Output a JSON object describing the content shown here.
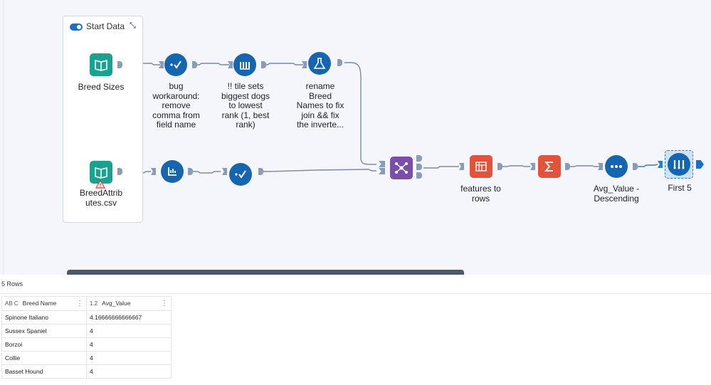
{
  "container": {
    "title": "Start Data"
  },
  "tools": [
    {
      "id": "breed-sizes-input",
      "label": "Breed Sizes",
      "icon": "book-icon",
      "color": "#1aa291"
    },
    {
      "id": "breed-attributes-input",
      "label": "BreedAttrib\nutes.csv",
      "icon": "book-icon",
      "color": "#1aa291",
      "warning": "warning-icon"
    },
    {
      "id": "select-bug-workaround",
      "label": "bug\nworkaround:\nremove\ncomma from\nfield name",
      "icon": "select-check-icon",
      "color": "#1565b0"
    },
    {
      "id": "tile-tool",
      "label": "!! tile sets\nbiggest dogs\nto lowest\nrank (1, best\nrank)",
      "icon": "tile-icon",
      "color": "#1565b0"
    },
    {
      "id": "formula-rename",
      "label": "rename\nBreed\nNames to fix\njoin && fix\nthe inverte...",
      "icon": "flask-icon",
      "color": "#1565b0"
    },
    {
      "id": "data-cleansing",
      "label": "",
      "icon": "cleanse-icon",
      "color": "#1565b0"
    },
    {
      "id": "select-2",
      "label": "",
      "icon": "select-check-icon",
      "color": "#1565b0"
    },
    {
      "id": "join-tool",
      "label": "",
      "icon": "join-icon",
      "color": "#7b4ea8",
      "anchors_in": [
        "L",
        "R"
      ],
      "anchors_out": [
        "L",
        "J",
        "R"
      ]
    },
    {
      "id": "transpose-tool",
      "label": "features to\nrows",
      "icon": "transpose-icon",
      "color": "#e2533c"
    },
    {
      "id": "summarize-tool",
      "label": "",
      "icon": "sigma-icon",
      "color": "#e2533c"
    },
    {
      "id": "sort-tool",
      "label": "Avg_Value -\nDescending",
      "icon": "sort-dots-icon",
      "color": "#1565b0"
    },
    {
      "id": "sample-first5",
      "label": "First 5",
      "icon": "sample-icon",
      "color": "#1565b0"
    }
  ],
  "results": {
    "row_count": "5 Rows",
    "columns": [
      {
        "name": "Breed Name",
        "type_icon": "AB C"
      },
      {
        "name": "Avg_Value",
        "type_icon": "1.2"
      }
    ],
    "rows": [
      [
        "Spinone Italiano",
        "4.16666666666667"
      ],
      [
        "Sussex Spaniel",
        "4"
      ],
      [
        "Borzoi",
        "4"
      ],
      [
        "Collie",
        "4"
      ],
      [
        "Basset Hound",
        "4"
      ]
    ]
  }
}
